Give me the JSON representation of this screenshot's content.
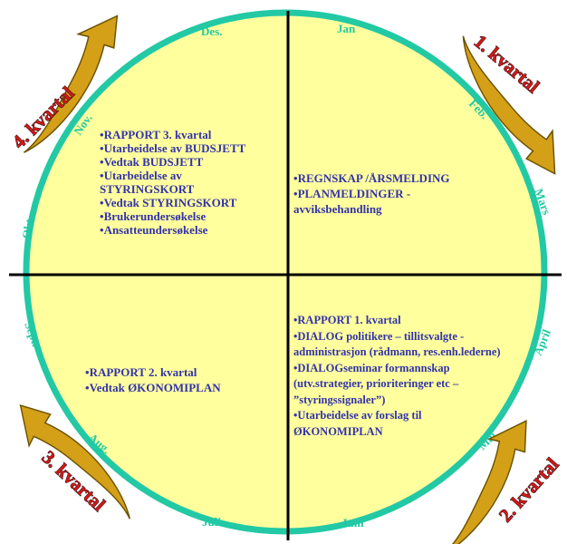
{
  "colors": {
    "circle_fill": "#ffff9e",
    "circle_stroke": "#22c9a4",
    "month_text": "#22c9a4",
    "body_text": "#3333aa",
    "arrow_fill": "#d4a017",
    "quarter_label": "#d01818"
  },
  "months": {
    "jan": "Jan",
    "feb": "Feb.",
    "mar": "Mars",
    "apr": "April",
    "may": "Mai",
    "jun": "Juni",
    "jul": "Juli",
    "aug": "Aug.",
    "sep": "Sept.",
    "oct": "Okt.",
    "nov": "Nov.",
    "dec": "Des."
  },
  "quarters": {
    "q1": "1. kvartal",
    "q2": "2. kvartal",
    "q3": "3. kvartal",
    "q4": "4. kvartal"
  },
  "top_left": [
    "RAPPORT 3. kvartal",
    "Utarbeidelse av BUDSJETT",
    "Vedtak BUDSJETT",
    "Utarbeidelse av",
    "STYRINGSKORT",
    "Vedtak STYRINGSKORT",
    "Brukerundersøkelse",
    "Ansatteundersøkelse"
  ],
  "top_right": [
    "REGNSKAP /ÅRSMELDING",
    "PLANMELDINGER -",
    "avviksbehandling"
  ],
  "bottom_left": [
    "RAPPORT 2. kvartal",
    "Vedtak ØKONOMIPLAN"
  ],
  "bottom_right": [
    "RAPPORT 1. kvartal",
    "DIALOG politikere – tillitsvalgte -",
    "administrasjon    (rådmann, res.enh.lederne)",
    "DIALOGseminar formannskap",
    "(utv.strategier, prioriteringer etc –",
    "”styringssignaler”)",
    "Utarbeidelse av forslag til",
    "ØKONOMIPLAN"
  ]
}
